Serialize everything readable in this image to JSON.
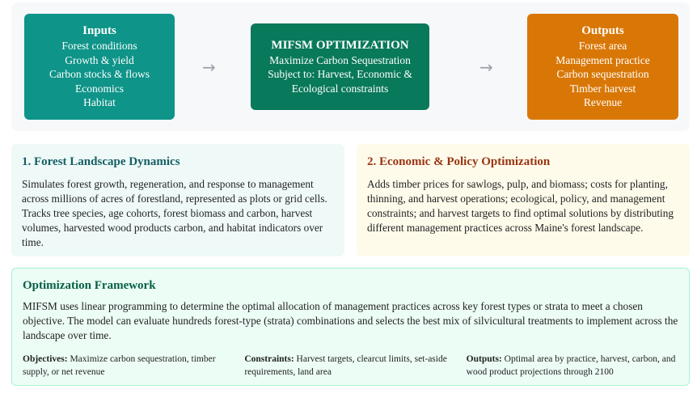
{
  "inputs": {
    "title": "Inputs",
    "items": [
      "Forest conditions",
      "Growth & yield",
      "Carbon stocks & flows",
      "Economics",
      "Habitat"
    ]
  },
  "optimization": {
    "title": "MIFSM OPTIMIZATION",
    "lines": [
      "Maximize Carbon Sequestration",
      "Subject to: Harvest, Economic &",
      "Ecological constraints"
    ]
  },
  "outputs": {
    "title": "Outputs",
    "items": [
      "Forest area",
      "Management practice",
      "Carbon sequestration",
      "Timber harvest",
      "Revenue"
    ]
  },
  "arrow": "→",
  "panel1": {
    "title": "1. Forest Landscape Dynamics",
    "text": "Simulates forest growth, regeneration, and response to management across millions of acres of forestland, represented as plots or grid cells. Tracks tree species, age cohorts, forest biomass and carbon, harvest volumes, harvested wood products carbon, and habitat indicators over time."
  },
  "panel2": {
    "title": "2. Economic & Policy Optimization",
    "text": "Adds timber prices for sawlogs, pulp, and biomass; costs for planting, thinning, and harvest operations; ecological, policy, and management constraints; and harvest targets to find optimal solutions by distributing different management practices across Maine's forest landscape."
  },
  "framework": {
    "title": "Optimization Framework",
    "text": "MIFSM uses linear programming to determine the optimal allocation of management practices across key forest types or strata to meet a chosen objective. The model can evaluate hundreds forest-type (strata) combinations and selects the best mix of silvicultural treatments to implement across the landscape over time.",
    "columns": [
      {
        "label": "Objectives:",
        "text": " Maximize carbon sequestration, timber supply, or net revenue"
      },
      {
        "label": "Constraints:",
        "text": " Harvest targets, clearcut limits, set-aside requirements, land area"
      },
      {
        "label": "Outputs:",
        "text": " Optimal area by practice, harvest, carbon, and wood product projections through 2100"
      }
    ]
  }
}
